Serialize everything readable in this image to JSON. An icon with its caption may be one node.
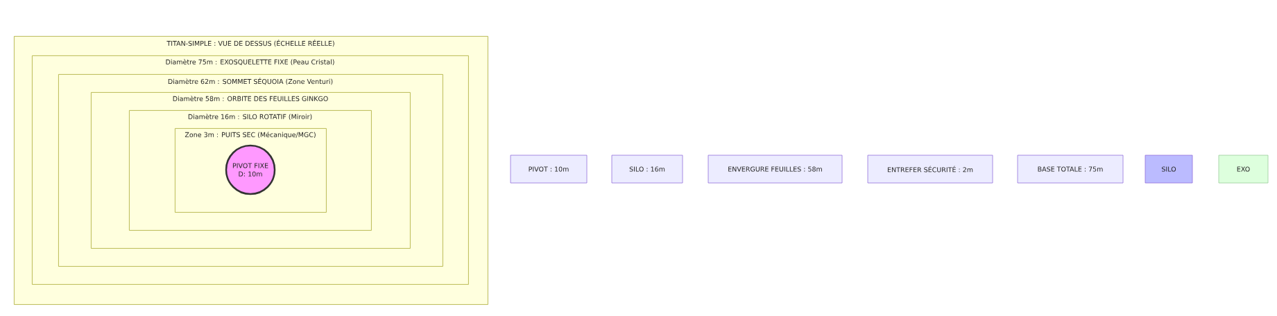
{
  "diagram": {
    "nodes": [
      {
        "text": [
          "TITAN-SIMPLE : VUE DE DESSUS (ÉCHELLE RÉELLE)"
        ]
      },
      {
        "text": [
          "Diamètre 75m : EXOSQUELETTE FIXE (Peau Cristal)"
        ],
        "in": 0
      },
      {
        "text": [
          "Diamètre 62m : SOMMET SÉQUOIA (Zone Venturi)"
        ],
        "in": 1
      },
      {
        "text": [
          "Diamètre 58m : ORBITE DES FEUILLES GINKGO"
        ],
        "in": 2
      },
      {
        "text": [
          "Diamètre 16m : SILO ROTATIF (Miroir)"
        ],
        "in": 3
      },
      {
        "text": [
          "Zone 3m : PUITS SEC (Mécanique/MGC)"
        ],
        "in": 4
      },
      {
        "text": [
          "PIVOT FIXE D: 10m"
        ],
        "in": 5
      },
      {
        "text": [
          "PIVOT : 10m"
        ]
      },
      {
        "text": [
          "SILO : 16m"
        ]
      },
      {
        "text": [
          "ENVERGURE FEUILLES : 58m"
        ]
      },
      {
        "text": [
          "ENTREFER SÉCURITÉ : 2m"
        ]
      },
      {
        "text": [
          "BASE TOTALE : 75m"
        ]
      },
      {
        "text": [
          "SILO"
        ]
      },
      {
        "text": [
          "EXO"
        ]
      }
    ],
    "edges": []
  }
}
